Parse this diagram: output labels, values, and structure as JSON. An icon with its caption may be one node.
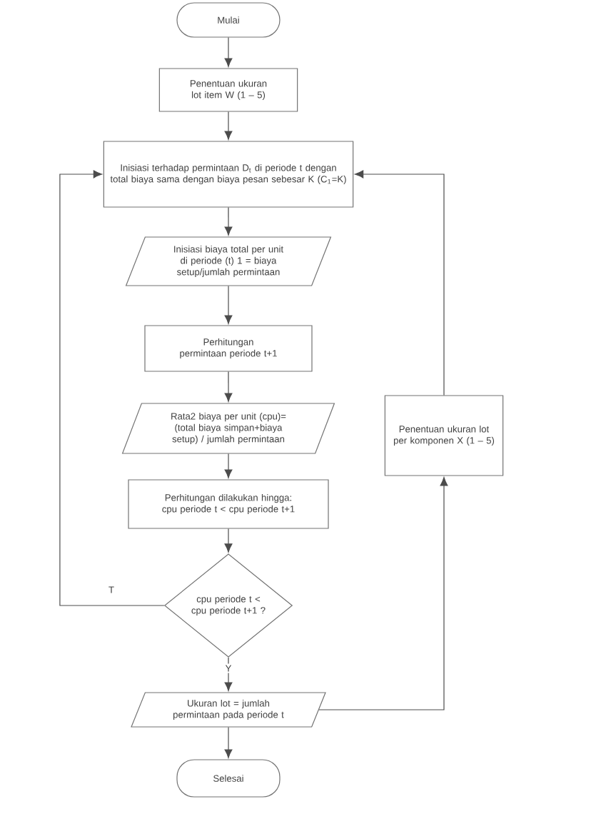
{
  "diagram": {
    "nodes": [
      {
        "text": [
          "Mulai"
        ]
      },
      {
        "text": [
          "Penentuan ukuran lot item W (1 – 5)"
        ]
      },
      {
        "text": [
          "Inisiasi terhadap permintaan D$_{t}$ di periode t dengan total biaya sama dengan biaya pesan sebesar K (C$_{1}$=K)"
        ]
      },
      {
        "text": [
          "Inisiasi biaya total per unit di periode (t) 1 = biaya setup/jumlah permintaan"
        ]
      },
      {
        "text": [
          "Perhitungan permintaan periode t+1"
        ]
      },
      {
        "text": [
          "Rata2 biaya per unit (cpu)= (total biaya simpan+biaya setup) / jumlah permintaan"
        ]
      },
      {
        "text": [
          "Perhitungan dilakukan hingga: cpu periode t < cpu periode t+1"
        ]
      },
      {
        "text": [
          "cpu periode t < cpu periode t+1 ?"
        ]
      },
      {
        "text": [
          "Ukuran lot = jumlah permintaan pada periode t"
        ]
      },
      {
        "text": [
          "Selesai"
        ]
      },
      {
        "text": [
          "Penentuan ukuran lot per komponen X (1 – 5)"
        ]
      }
    ],
    "edges": [
      {
        "from": 0,
        "to": 1,
        "arrow": "to"
      },
      {
        "from": 1,
        "to": 2,
        "arrow": "to"
      },
      {
        "from": 2,
        "to": 3,
        "arrow": "to"
      },
      {
        "from": 3,
        "to": 4,
        "arrow": "to"
      },
      {
        "from": 4,
        "to": 5,
        "arrow": "to"
      },
      {
        "from": 5,
        "to": 6,
        "arrow": "to"
      },
      {
        "from": 6,
        "to": 7,
        "arrow": "to"
      },
      {
        "from": 7,
        "to": 2,
        "arrow": "to",
        "label": "T"
      },
      {
        "from": 7,
        "to": 8,
        "arrow": "to",
        "label": "Y"
      },
      {
        "from": 8,
        "to": 9,
        "arrow": "to"
      },
      {
        "from": 8,
        "to": 10,
        "arrow": "to"
      },
      {
        "from": 10,
        "to": 2,
        "arrow": "to"
      }
    ]
  }
}
